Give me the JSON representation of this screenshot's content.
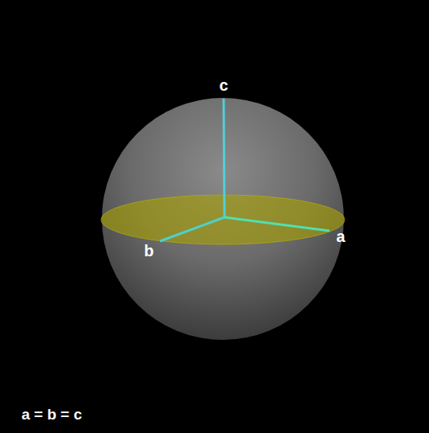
{
  "diagram": {
    "labels": [
      "c",
      "b",
      "a",
      "a = b = c"
    ]
  }
}
